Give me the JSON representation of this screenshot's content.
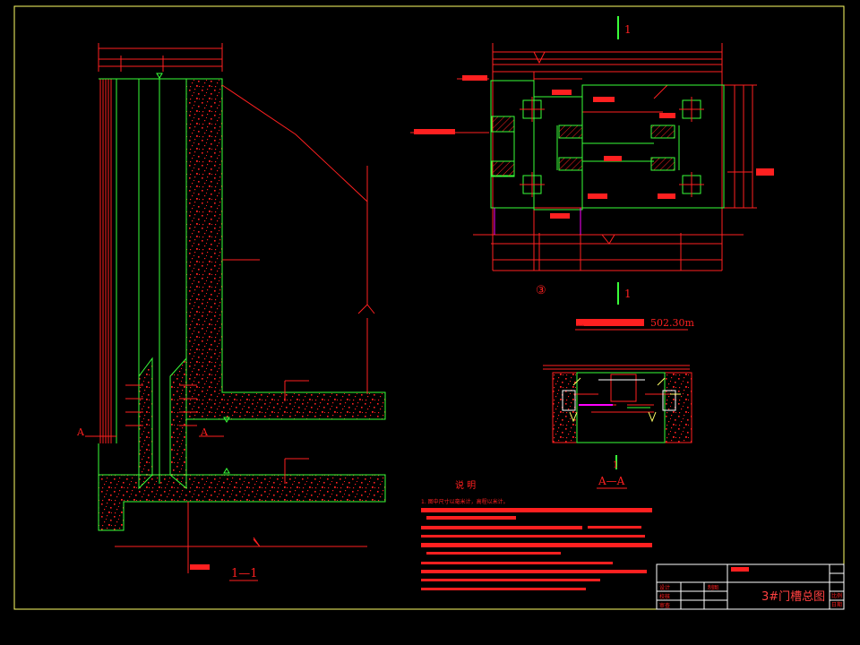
{
  "section_marks": {
    "top": "1",
    "bottom": "1",
    "left_a": "A",
    "right_a": "A",
    "detail_marker": "1",
    "circle_num": "③"
  },
  "views": {
    "section_1_1": "1—1",
    "section_a_a": "A—A",
    "plan_title": "冲砂洞进水口平面图",
    "plan_elev": "502.30m"
  },
  "notes": {
    "heading": "说    明",
    "line1": "1. 图中尺寸以毫米计，高程以米计。"
  },
  "title_block": {
    "drawing_title": "3#门槽总图",
    "label_design": "设计",
    "label_check": "校核",
    "label_review": "审查",
    "label_draw": "制图",
    "label_scale": "比例",
    "label_date": "日期"
  },
  "colors": {
    "frame": "#ffff66",
    "concrete_line": "#39ff39",
    "dim_line": "#ff2020",
    "accent": "#ff00ff",
    "text": "#ff2020"
  }
}
